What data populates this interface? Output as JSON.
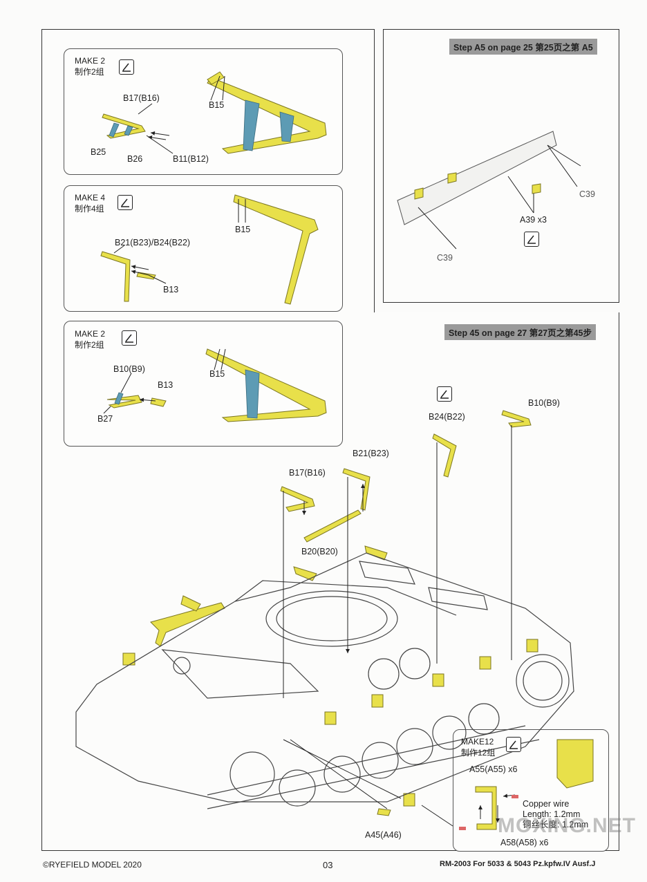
{
  "sub_steps": [
    {
      "make": "MAKE 2",
      "make_cn": "制作2组",
      "parts": [
        "B17(B16)",
        "B25",
        "B26",
        "B11(B12)",
        "B15"
      ]
    },
    {
      "make": "MAKE 4",
      "make_cn": "制作4组",
      "parts": [
        "B21(B23)/B24(B22)",
        "B13",
        "B15"
      ]
    },
    {
      "make": "MAKE 2",
      "make_cn": "制作2组",
      "parts": [
        "B10(B9)",
        "B13",
        "B27",
        "B15"
      ]
    }
  ],
  "step_a5": {
    "banner": "Step A5 on page 25  第25页之第 A5",
    "parts": [
      "C39",
      "A39 x3",
      "C39"
    ]
  },
  "step_45": {
    "banner": "Step 45 on page 27  第27页之第45步",
    "parts": [
      "B10(B9)",
      "B24(B22)",
      "B21(B23)",
      "B17(B16)",
      "B20(B20)",
      "A45(A46)"
    ]
  },
  "make12": {
    "make": "MAKE12",
    "make_cn": "制作12组",
    "part_top": "A55(A55) x6",
    "wire_1": "Copper wire",
    "wire_2": "Length: 1.2mm",
    "wire_3": "铜丝长度: 1.2mm",
    "part_bottom": "A58(A58) x6"
  },
  "footer": {
    "brand": "©RYEFIELD MODEL 2020",
    "page": "03",
    "ref": "RM-2003 For 5033 & 5043 Pz.kpfw.IV Ausf.J"
  },
  "watermark": "MOXING.NET",
  "icons": [
    "glue-icon"
  ],
  "colors": {
    "part": "#e8e04a",
    "part_stroke": "#7a7520",
    "rod": "#5d9bb4",
    "banner": "#9a9a9a"
  }
}
